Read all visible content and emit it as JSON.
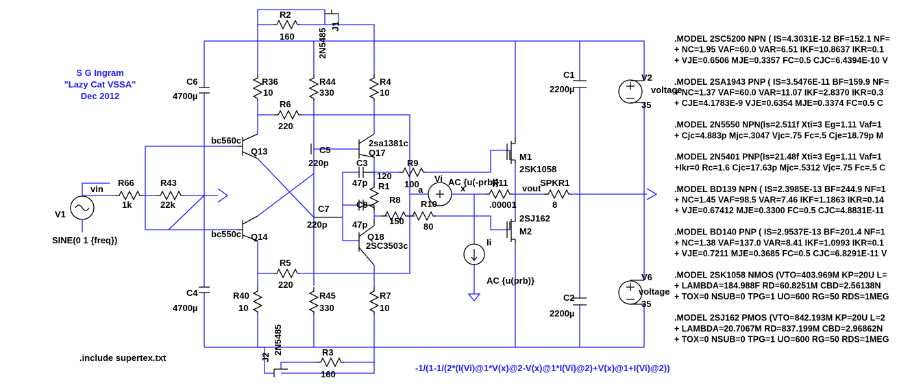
{
  "author": {
    "lines": [
      "S G Ingram",
      "\"Lazy Cat VSSA\"",
      "Dec 2012"
    ]
  },
  "components": {
    "R2": {
      "name": "R2",
      "value": "160"
    },
    "R3": {
      "name": "R3",
      "value": "160"
    },
    "R36": {
      "name": "R36",
      "value": "10"
    },
    "R44": {
      "name": "R44",
      "value": "330"
    },
    "R4": {
      "name": "R4",
      "value": "10"
    },
    "R6": {
      "name": "R6",
      "value": "220"
    },
    "R5": {
      "name": "R5",
      "value": "220"
    },
    "R40": {
      "name": "R40",
      "value": "10"
    },
    "R45": {
      "name": "R45",
      "value": "330"
    },
    "R7": {
      "name": "R7",
      "value": "10"
    },
    "R66": {
      "name": "R66",
      "value": "1k"
    },
    "R43": {
      "name": "R43",
      "value": "22k"
    },
    "R9": {
      "name": "R9",
      "value": "100"
    },
    "R1": {
      "name": "R1",
      "value": "120"
    },
    "R8": {
      "name": "R8",
      "value": "150"
    },
    "R10": {
      "name": "R10",
      "value": "80"
    },
    "R11": {
      "name": "R11",
      "value": ".00001"
    },
    "C6": {
      "name": "C6",
      "value": "4700µ"
    },
    "C4": {
      "name": "C4",
      "value": "4700µ"
    },
    "C5": {
      "name": "C5",
      "value": "220p"
    },
    "C7": {
      "name": "C7",
      "value": "220p"
    },
    "C3": {
      "name": "C3",
      "value": "47p"
    },
    "C8": {
      "name": "C8",
      "value": "47p"
    },
    "C1": {
      "name": "C1",
      "value": "2200µ"
    },
    "C2": {
      "name": "C2",
      "value": "2200µ"
    },
    "Q13": {
      "name": "Q13",
      "model": "bc560c"
    },
    "Q14": {
      "name": "Q14",
      "model": "bc550c"
    },
    "Q17": {
      "name": "Q17",
      "model": "2sa1381c"
    },
    "Q18": {
      "name": "Q18",
      "model": "2SC3503c"
    },
    "J1": {
      "name": "J1",
      "model": "2N5485"
    },
    "J2": {
      "name": "J2",
      "model": "2N5485"
    },
    "M1": {
      "name": "M1",
      "model": "2SK1058"
    },
    "M2": {
      "name": "M2",
      "model": "2SJ162"
    },
    "V1": {
      "name": "V1",
      "value": "SINE(0 1 {freq})"
    },
    "V2": {
      "name": "V2",
      "label": "voltage",
      "value": "35"
    },
    "V6": {
      "name": "V6",
      "label": "voltage",
      "value": "35"
    },
    "Vi": {
      "name": "Vi",
      "value": "AC {u(-prb)}"
    },
    "Ii": {
      "name": "Ii",
      "value": "AC {u(prb)}"
    },
    "SPKR1": {
      "name": "SPKR1",
      "value": "8"
    }
  },
  "nets": {
    "vin": "vin",
    "vout": "vout",
    "a": "a",
    "x": "x"
  },
  "directives": {
    "include": ".include supertex.txt",
    "measure": "-1/(1-1/(2*(I(Vi)@1*V(x)@2-V(x)@1*I(Vi)@2)+V(x)@1+I(Vi)@2))"
  },
  "models": [
    ".MODEL 2SC5200 NPN ( IS=4.3031E-12 BF=152.1 NF=",
    "+ NC=1.95 VAF=60.0 VAR=6.51 IKF=10.8637 IKR=0.1",
    "+ VJE=0.6506 MJE=0.3357 FC=0.5 CJC=6.4394E-10 V",
    "",
    ".MODEL 2SA1943 PNP ( IS=3.5476E-11 BF=159.9 NF=",
    "+ NC=1.37 VAF=60.0 VAR=11.07 IKF=2.8370 IKR=0.3",
    "+ CJE=4.1783E-9 VJE=0.6354 MJE=0.3374 FC=0.5 C",
    "",
    ".MODEL 2N5550 NPN(Is=2.511f Xti=3 Eg=1.11 Vaf=1",
    "+ Cjc=4.883p Mjc=.3047 Vjc=.75 Fc=.5 Cje=18.79p M",
    "",
    ".MODEL 2N5401 PNP(Is=21.48f Xti=3 Eg=1.11 Vaf=1",
    "+Ikr=0 Rc=1.6 Cjc=17.63p Mjc=.5312 Vjc=.75 Fc=.5 C",
    "",
    ".MODEL BD139 NPN ( IS=2.3985E-13 BF=244.9 NF=1",
    "+ NC=1.45 VAF=98.5 VAR=7.46 IKF=1.1863 IKR=0.14",
    "+ VJE=0.67412 MJE=0.3300 FC=0.5 CJC=4.8831E-11",
    "",
    ".MODEL BD140 PNP ( IS=2.9537E-13 BF=201.4 NF=1",
    "+ NC=1.38 VAF=137.0 VAR=8.41 IKF=1.0993 IKR=0.1",
    "+ VJE=0.7211 MJE=0.3685 FC=0.5 CJC=6.8291E-11 V",
    "",
    ".MODEL 2SK1058 NMOS (VTO=403.969M KP=20U L=",
    "+ LAMBDA=184.988F RD=60.8251M CBD=2.56138N",
    "+ TOX=0 NSUB=0 TPG=1 UO=600 RG=50 RDS=1MEG",
    "",
    ".MODEL 2SJ162 PMOS (VTO=842.193M KP=20U L=2",
    "+ LAMBDA=20.7067M RD=837.199M CBD=2.96862N",
    "+ TOX=0 NSUB=0 TPG=1 UO=600 RG=50 RDS=1MEG"
  ]
}
